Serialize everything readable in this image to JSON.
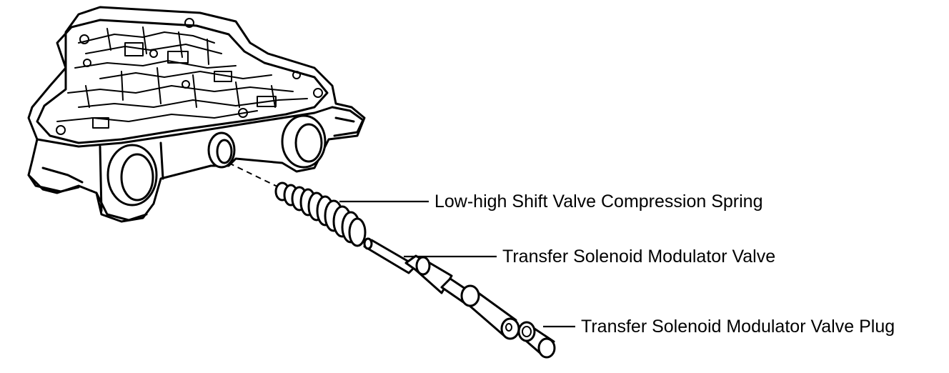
{
  "callouts": {
    "spring": "Low-high Shift Valve Compression Spring",
    "valve": "Transfer Solenoid Modulator Valve",
    "plug": "Transfer Solenoid Modulator Valve Plug"
  },
  "colors": {
    "ink": "#000000",
    "background": "#ffffff"
  }
}
